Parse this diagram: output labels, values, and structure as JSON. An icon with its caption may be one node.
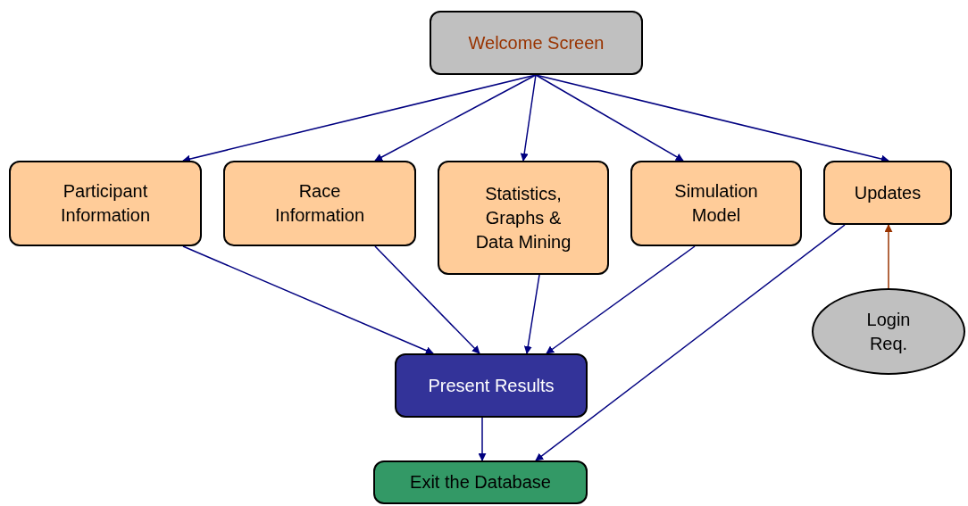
{
  "diagram": {
    "nodes": [
      {
        "text": [
          "Welcome Screen"
        ]
      },
      {
        "text": [
          "Participant Information"
        ]
      },
      {
        "text": [
          "Race Information"
        ]
      },
      {
        "text": [
          "Statistics, Graphs & Data Mining"
        ]
      },
      {
        "text": [
          "Simulation Model"
        ]
      },
      {
        "text": [
          "Updates"
        ]
      },
      {
        "text": [
          "Login Req."
        ]
      },
      {
        "text": [
          "Present Results"
        ]
      },
      {
        "text": [
          "Exit the Database"
        ]
      }
    ],
    "edges": [
      {
        "from": 0,
        "to": 1,
        "arrow": "to"
      },
      {
        "from": 0,
        "to": 2,
        "arrow": "to"
      },
      {
        "from": 0,
        "to": 3,
        "arrow": "to"
      },
      {
        "from": 0,
        "to": 4,
        "arrow": "to"
      },
      {
        "from": 0,
        "to": 5,
        "arrow": "to"
      },
      {
        "from": 1,
        "to": 7,
        "arrow": "to"
      },
      {
        "from": 2,
        "to": 7,
        "arrow": "to"
      },
      {
        "from": 3,
        "to": 7,
        "arrow": "to"
      },
      {
        "from": 4,
        "to": 7,
        "arrow": "to"
      },
      {
        "from": 5,
        "to": 8,
        "arrow": "to"
      },
      {
        "from": 6,
        "to": 5,
        "arrow": "to",
        "color": "#993300"
      },
      {
        "from": 7,
        "to": 8,
        "arrow": "to"
      }
    ]
  }
}
